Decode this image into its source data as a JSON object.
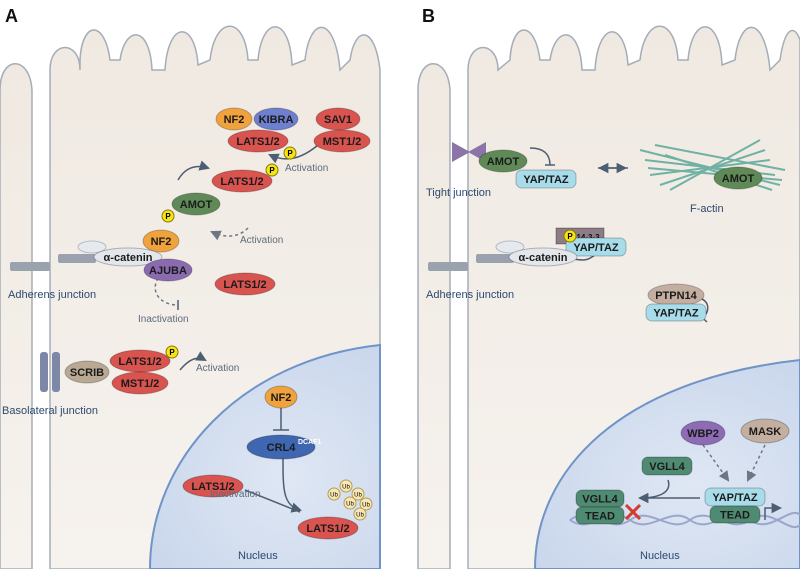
{
  "panels": {
    "a": "A",
    "b": "B"
  },
  "left": {
    "nodes": {
      "nf2_top": "NF2",
      "kibra": "KIBRA",
      "lats_top": "LATS1/2",
      "sav1": "SAV1",
      "mst_top": "MST1/2",
      "lats_mid": "LATS1/2",
      "amot": "AMOT",
      "nf2_mid": "NF2",
      "ajuba": "AJUBA",
      "lats_aj": "LATS1/2",
      "alpha_catenin": "α-catenin",
      "scrib": "SCRIB",
      "lats_bl": "LATS1/2",
      "mst_bl": "MST1/2",
      "nf2_nuc": "NF2",
      "crl4": "CRL4",
      "crl4_sup": "DCAF1",
      "lats_free": "LATS1/2",
      "lats_ub": "LATS1/2",
      "ub": "Ub",
      "p": "P"
    },
    "labels": {
      "activation_1": "Activation",
      "activation_2": "Activation",
      "activation_3": "Activation",
      "inactivation_1": "Inactivation",
      "inactivation_2": "Inactivation",
      "adherens": "Adherens junction",
      "basolateral": "Basolateral junction",
      "nucleus": "Nucleus"
    }
  },
  "right": {
    "nodes": {
      "amot": "AMOT",
      "yaptaz_tj": "YAP/TAZ",
      "amot_actin": "AMOT",
      "yaptaz_aj": "YAP/TAZ",
      "p1433": "14-3-3",
      "alpha_catenin": "α-catenin",
      "ptpn14": "PTPN14",
      "yaptaz_pt": "YAP/TAZ",
      "wbp2": "WBP2",
      "mask": "MASK",
      "vgll4_free": "VGLL4",
      "vgll4": "VGLL4",
      "tead_l": "TEAD",
      "yaptaz_nuc": "YAP/TAZ",
      "tead_r": "TEAD",
      "p": "P"
    },
    "labels": {
      "tight": "Tight junction",
      "factin": "F-actin",
      "adherens": "Adherens junction",
      "nucleus": "Nucleus"
    }
  },
  "colors": {
    "lats": "#d9534f",
    "nf2": "#f0a23c",
    "kibra": "#6e7fd0",
    "amot": "#5f8a57",
    "ajuba": "#8b6bb0",
    "yaptaz": "#a9dcea",
    "vgll4": "#4f8a72",
    "tead": "#4f8a72",
    "wbp2": "#8e6bb5",
    "ptpn14": "#c3aea0",
    "crl4": "#3f66b0",
    "scrib": "#b9a993",
    "phos": "#f4e21a"
  }
}
